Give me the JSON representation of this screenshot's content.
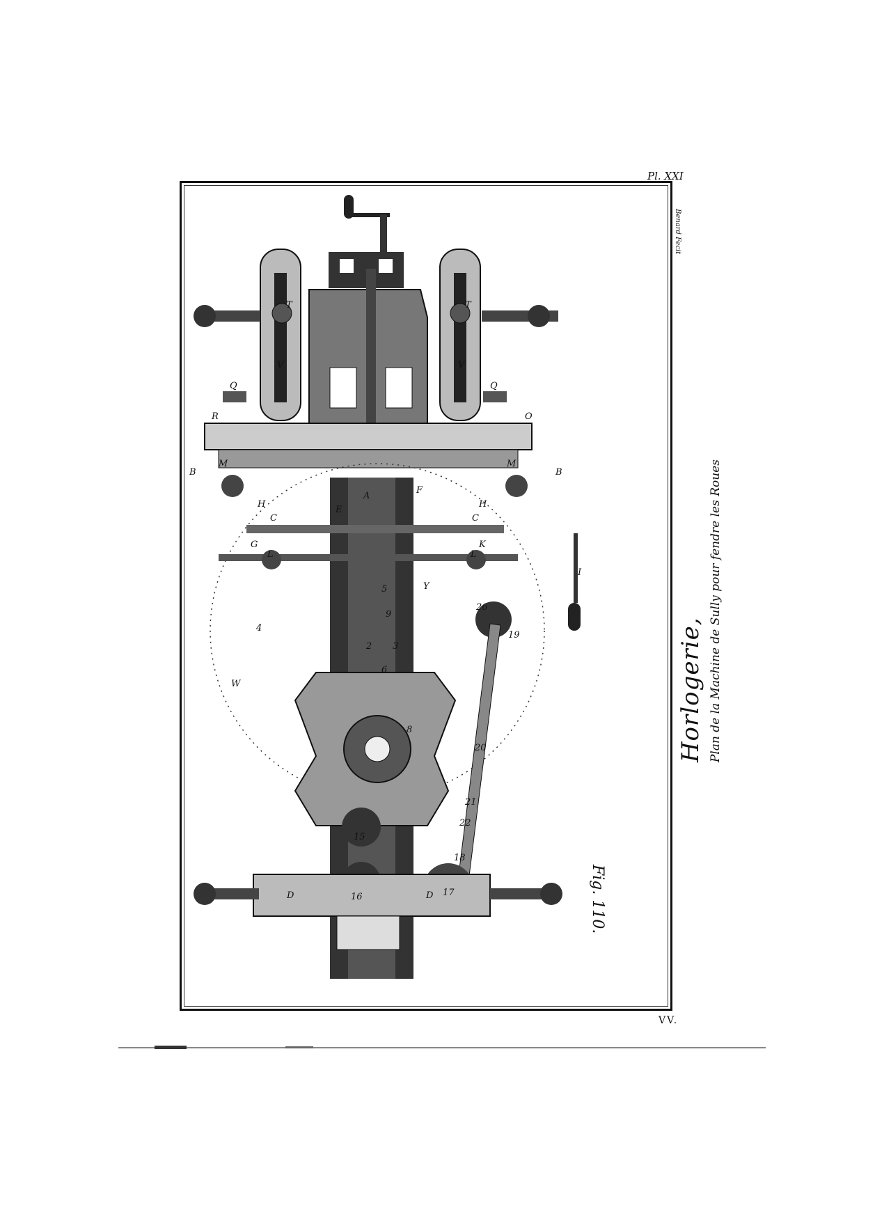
{
  "plate": {
    "number": "Pl. XXI",
    "engraver": "Benard Fecit",
    "title": "Horlogerie,",
    "subtitle": "Plan de la Machine de Sully pour fendre les Roues",
    "figure": "Fig. 110.",
    "signature": "VV."
  },
  "labels": [
    "T",
    "V",
    "T",
    "V",
    "Q",
    "Q",
    "R",
    "O",
    "B",
    "B",
    "M",
    "M",
    "H",
    "H",
    "C",
    "C",
    "E",
    "F",
    "A",
    "G",
    "K",
    "L",
    "L",
    "Y",
    "9",
    "5",
    "2",
    "3",
    "6",
    "8",
    "15",
    "16",
    "17",
    "18",
    "19",
    "20",
    "21",
    "22",
    "26",
    "W",
    "4",
    "D",
    "D",
    "I"
  ]
}
